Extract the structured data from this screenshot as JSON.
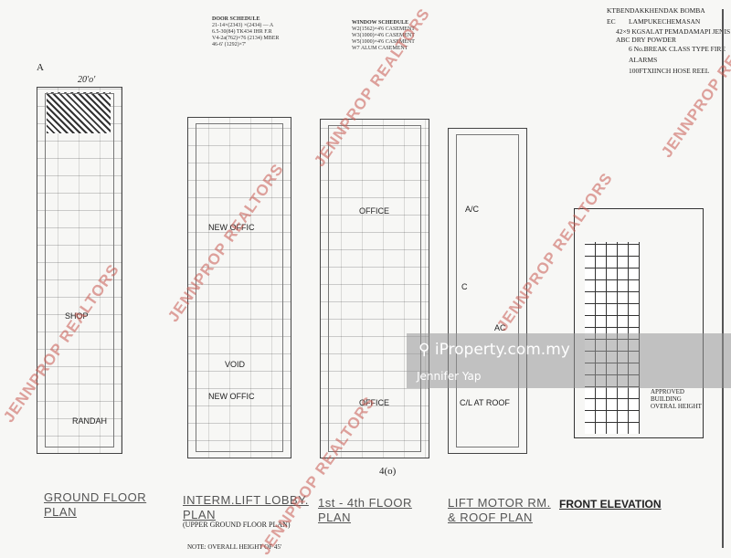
{
  "legend": {
    "title": "KTBENDAKKHENDAK BOMBA",
    "items": [
      {
        "code": "EC",
        "label": "LAMPUKECHEMASAN"
      },
      {
        "code": "",
        "label": "42×9 KGSALAT PEMADAMAPI JENIS ABC DRY POWDER"
      },
      {
        "code": "",
        "label": "6 No.BREAK CLASS TYPE FIRE ALARMS"
      },
      {
        "code": "",
        "label": "100FTXIINCH HOSE REEL"
      }
    ]
  },
  "schedules": {
    "door": "DOOR SCHEDULE",
    "window": "WINDOW SCHEDULE"
  },
  "plans": [
    {
      "title_line1": "GROUND FLOOR",
      "title_line2": "PLAN",
      "rooms": [
        "SHOP",
        "RANDAH"
      ],
      "dimension": "20'o'"
    },
    {
      "title_line1": "INTERM.LIFT LOBBY.",
      "title_line2": "PLAN",
      "subtitle": "(UPPER GROUND FLOOR PLAN)",
      "rooms": [
        "NEW OFFIC",
        "VOID",
        "NEW OFFIC"
      ]
    },
    {
      "title_line1": "1st - 4th FLOOR",
      "title_line2": "PLAN",
      "rooms": [
        "OFFICE",
        "OFFICE"
      ],
      "mark": "4(o)"
    },
    {
      "title_line1": "LIFT MOTOR RM.",
      "title_line2": "& ROOF PLAN",
      "rooms": [
        "A/C",
        "C",
        "AC",
        "C/L AT ROOF"
      ]
    }
  ],
  "elevation": {
    "title": "FRONT ELEVATION",
    "note": "APPROVED BUILDING OVERAL HEIGHT"
  },
  "note": "NOTE: OVERALL HEIGHT OF 45'",
  "section_mark": "A",
  "watermark": "JENNPROP REALTORS",
  "overlay": {
    "brand": "iProperty.com.my",
    "agent": "Jennifer Yap"
  }
}
